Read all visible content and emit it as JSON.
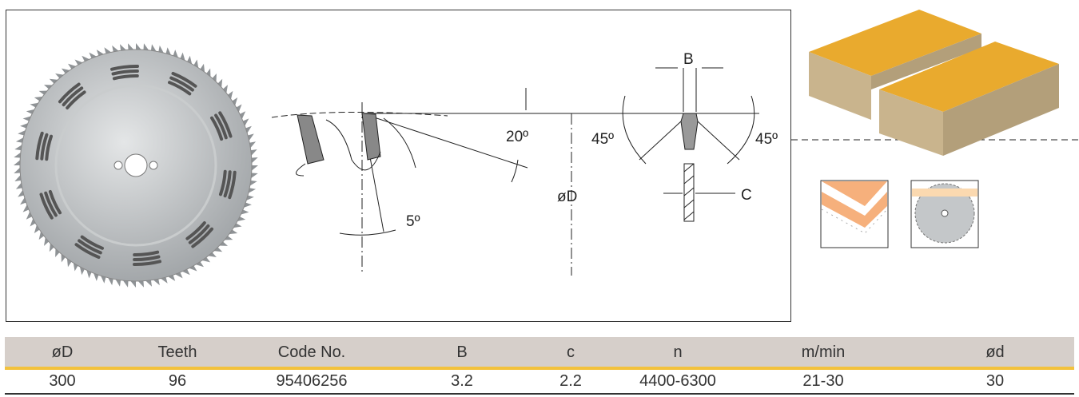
{
  "diagram": {
    "labels": {
      "B": "B",
      "angle_top": "20º",
      "angle_left": "45º",
      "angle_right": "45º",
      "diameter": "øD",
      "C": "C",
      "hook": "5º"
    },
    "teeth_count": 96,
    "colors": {
      "blade": "#b9bcbe",
      "board_top": "#e9aa2e",
      "board_side": "#c9b48d",
      "laminate": "#f6b07c",
      "header_bg": "#d6cfca",
      "accent": "#f3c23c"
    }
  },
  "table": {
    "headers": [
      "øD",
      "Teeth",
      "Code No.",
      "B",
      "c",
      "n",
      "m/min",
      "ød"
    ],
    "rows": [
      [
        "300",
        "96",
        "95406256",
        "3.2",
        "2.2",
        "4400-6300",
        "21-30",
        "30"
      ]
    ]
  }
}
